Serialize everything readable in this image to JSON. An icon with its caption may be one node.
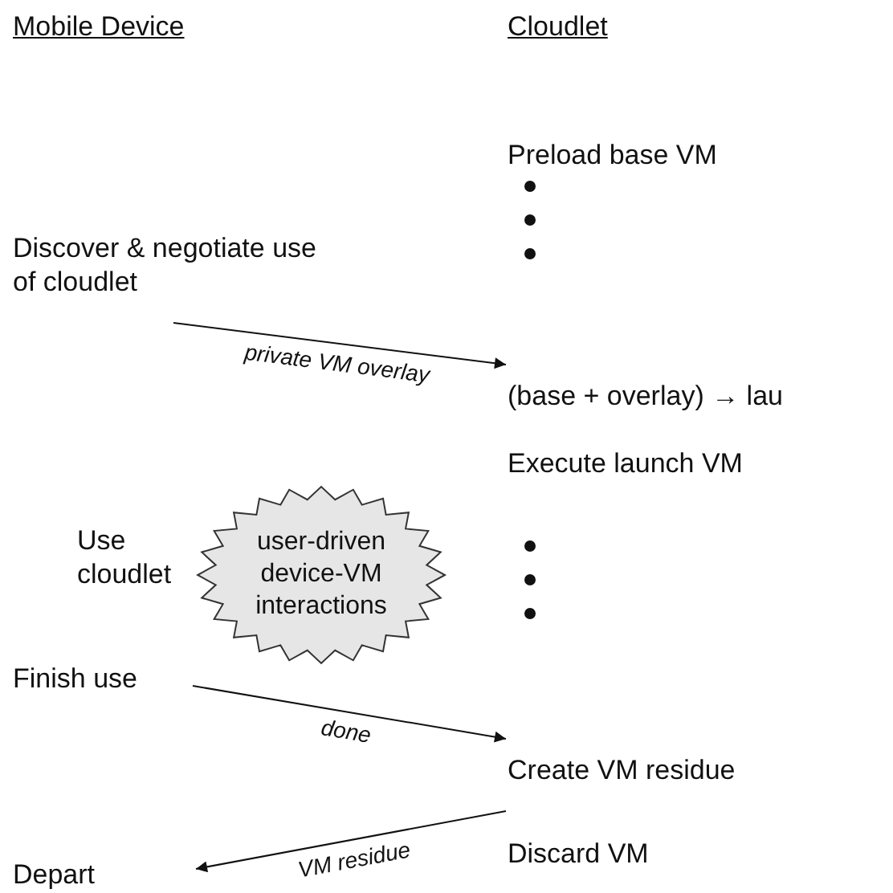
{
  "diagram": {
    "nodes": [
      {
        "text": [
          "Preload base VM"
        ]
      },
      {
        "text": [
          "Discover & negotiate use of cloudlet"
        ]
      },
      {
        "text": [
          "(base + overlay) → lau"
        ]
      },
      {
        "text": [
          "Execute launch VM"
        ]
      },
      {
        "text": [
          "user-driven device-VM interactions"
        ]
      },
      {
        "text": [
          "Finish use"
        ]
      },
      {
        "text": [
          "Create VM residue"
        ]
      },
      {
        "text": [
          "Discard VM"
        ]
      },
      {
        "text": [
          "Depart"
        ]
      }
    ],
    "edges": [
      {
        "from": 1,
        "to": 2,
        "arrow": "to",
        "label": "private VM overlay"
      },
      {
        "from": 5,
        "to": 6,
        "arrow": "to",
        "label": "done"
      },
      {
        "from": 6,
        "to": 8,
        "arrow": "to",
        "label": "VM residue"
      }
    ],
    "labels": [
      "Mobile Device",
      "Cloudlet",
      "Use cloudlet"
    ]
  }
}
